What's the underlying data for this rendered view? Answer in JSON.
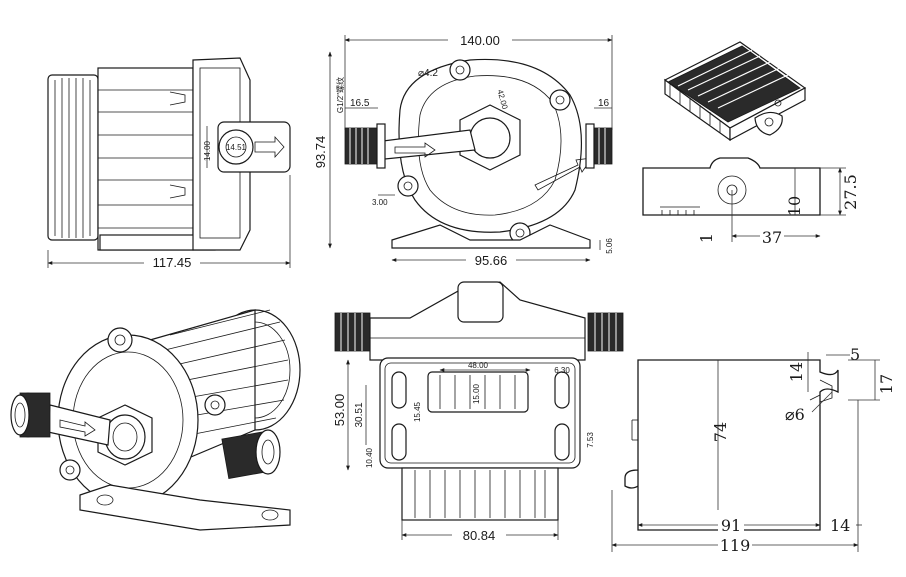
{
  "top_side_view": {
    "dim_width": "117.45",
    "dim_port": "14.00",
    "dim_port_inner": "14.51"
  },
  "top_front_view": {
    "dim_total_width": "140.00",
    "dim_height": "93.74",
    "dim_hole": "⌀4.2",
    "dim_thread": "G1/2\"螺纹",
    "dim_port_left": "16.5",
    "dim_port_right": "16",
    "dim_center": "42.00",
    "dim_port_offset": "3.00",
    "dim_base_width": "95.66",
    "dim_base_thick": "5.06"
  },
  "bracket_side_view": {
    "dim_height": "27.5",
    "dim_slot": "10",
    "dim_width": "37",
    "dim_lip": "1"
  },
  "mount_view": {
    "dim_height": "53.00",
    "dim_slot_spacing": "30.51",
    "dim_slot_vertical": "15.45",
    "dim_inner_height": "15.00",
    "dim_inner_width": "48.00",
    "dim_slot_width": "6.30",
    "dim_small_slot": "7.53",
    "dim_offset": "10.40",
    "dim_base_width": "80.84"
  },
  "bracket_plan_view": {
    "dim_height": "74",
    "dim_slot_width": "5",
    "dim_top": "14",
    "dim_side": "17",
    "dim_hole": "⌀6",
    "dim_inner": "91",
    "dim_edge": "14",
    "dim_total": "119"
  }
}
